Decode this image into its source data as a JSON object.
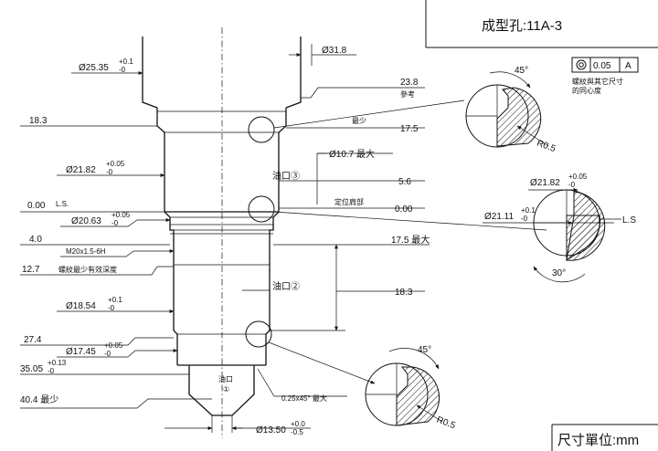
{
  "title_block": {
    "title": "成型孔:11A-3"
  },
  "units_note": "尺寸單位:mm",
  "tolerance_frame": {
    "symbol": "concentricity-icon",
    "value": "0.05",
    "datum": "A",
    "note_line1": "螺紋與其它尺寸",
    "note_line2": "的同心度"
  },
  "left_dimensions": {
    "d_top": "Ø25.35",
    "d_top_tol_upper": "+0.1",
    "d_top_tol_lower": "-0",
    "pos_18_3": "18.3",
    "d_21_82": "Ø21.82",
    "d_21_82_tol_upper": "+0.05",
    "d_21_82_tol_lower": "-0",
    "pos_0": "0.00",
    "ls_label": "L.S.",
    "d_20_63": "Ø20.63",
    "d_20_63_tol_upper": "+0.05",
    "d_20_63_tol_lower": "-0",
    "pos_4": "4.0",
    "thread": "M20x1.5-6H",
    "pos_12_7": "12.7",
    "thread_depth_note": "螺紋最少有效深度",
    "d_18_54": "Ø18.54",
    "d_18_54_tol_upper": "+0.1",
    "d_18_54_tol_lower": "-0",
    "pos_27_4": "27.4",
    "d_17_45": "Ø17.45",
    "d_17_45_tol_upper": "+0.05",
    "d_17_45_tol_lower": "-0",
    "pos_35_05": "35.05",
    "pos_35_05_tol_upper": "+0.13",
    "pos_35_05_tol_lower": "-0",
    "pos_40_4": "40.4 最少"
  },
  "right_dimensions": {
    "d_31_8": "Ø31.8",
    "ref_23_8": "23.8",
    "ref_label": "參考",
    "min_label": "最少",
    "val_17_5_top": "17.5",
    "d_10_7": "Ø10.7 最大",
    "oil_port_3": "油口③",
    "val_5_6": "5.6",
    "locating_label": "定位肩部",
    "val_0_00": "0.00",
    "val_17_5_max": "17.5 最大",
    "oil_port_2": "油口②",
    "val_18_3": "18.3",
    "oil_port_1_line1": "油口",
    "oil_port_1_line2": "①",
    "chamfer": "0.25x45° 最大",
    "d_13_50": "Ø13.50",
    "d_13_50_tol_upper": "+0.0",
    "d_13_50_tol_lower": "-0.5"
  },
  "details": {
    "top": {
      "angle": "45°",
      "radius": "R0.5"
    },
    "middle": {
      "d_21_82": "Ø21.82",
      "d_21_82_tol_upper": "+0.05",
      "d_21_82_tol_lower": "-0",
      "d_21_11": "Ø21.11",
      "d_21_11_tol_upper": "+0.1",
      "d_21_11_tol_lower": "-0",
      "ls_label": "L.S",
      "angle": "30°"
    },
    "bottom": {
      "angle": "45°",
      "radius": "R0.5"
    }
  }
}
